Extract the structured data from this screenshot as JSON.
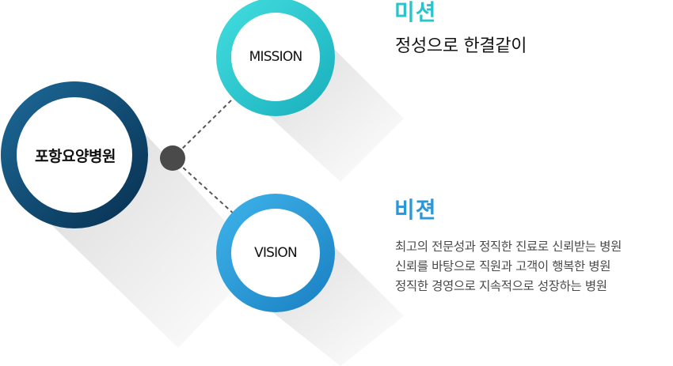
{
  "center": {
    "label": "포항요양병원",
    "color_dark": "#0b3a5c",
    "color_light": "#1d6a99"
  },
  "mission": {
    "circle_label": "MISSION",
    "heading": "미션",
    "text": "정성으로 한결같이",
    "color": "#27c4cc"
  },
  "vision": {
    "circle_label": "VISION",
    "heading": "비젼",
    "lines": [
      "최고의 전문성과 정직한 진료로 신뢰받는 병원",
      "신뢰를 바탕으로 직원과 고객이 행복한 병원",
      "정직한 경영으로 지속적으로 성장하는 병원"
    ],
    "color": "#2a97d8"
  },
  "connector": {
    "node_color": "#4a4a4a",
    "line_color": "#555555"
  }
}
